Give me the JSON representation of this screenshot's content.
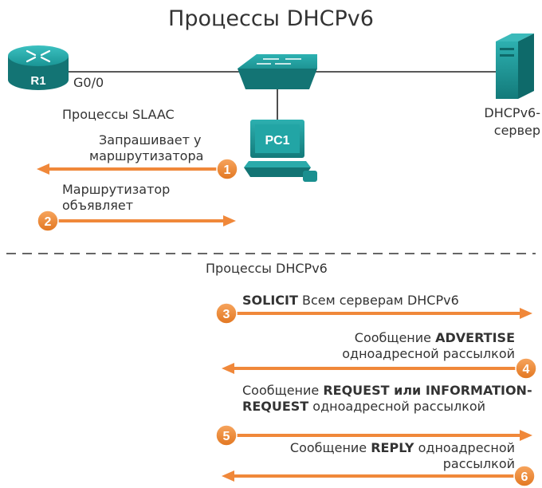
{
  "title": "Процессы DHCPv6",
  "topology": {
    "router": {
      "label": "R1",
      "interface": "G0/0"
    },
    "pc": {
      "label": "PC1"
    },
    "server": {
      "label_line1": "DHCPv6-",
      "label_line2": "сервер"
    }
  },
  "slaac": {
    "heading": "Процессы SLAAC",
    "step1": {
      "number": "1",
      "line1": "Запрашивает у",
      "line2": "маршрутизатора"
    },
    "step2": {
      "number": "2",
      "line1": "Маршрутизатор",
      "line2": "объявляет"
    }
  },
  "dhcp": {
    "heading": "Процессы DHCPv6",
    "step3": {
      "number": "3",
      "bold": "SOLICIT",
      "text": " Всем серверам DHCPv6"
    },
    "step4": {
      "number": "4",
      "prefix": "Сообщение ",
      "bold": "ADVERTISE",
      "line2": "одноадресной рассылкой"
    },
    "step5": {
      "number": "5",
      "prefix": "Сообщение ",
      "bold1": "REQUEST или INFORMATION-",
      "bold2": "REQUEST",
      "line2_rest": " одноадресной рассылкой"
    },
    "step6": {
      "number": "6",
      "prefix": "Сообщение ",
      "bold": "REPLY",
      "rest": " одноадресной",
      "line2": "рассылкой"
    }
  },
  "colors": {
    "arrow": "#f0883a",
    "badge": "#ef8a35",
    "device": "#1f9a9a",
    "device_dark": "#137272",
    "divider": "#666666"
  }
}
